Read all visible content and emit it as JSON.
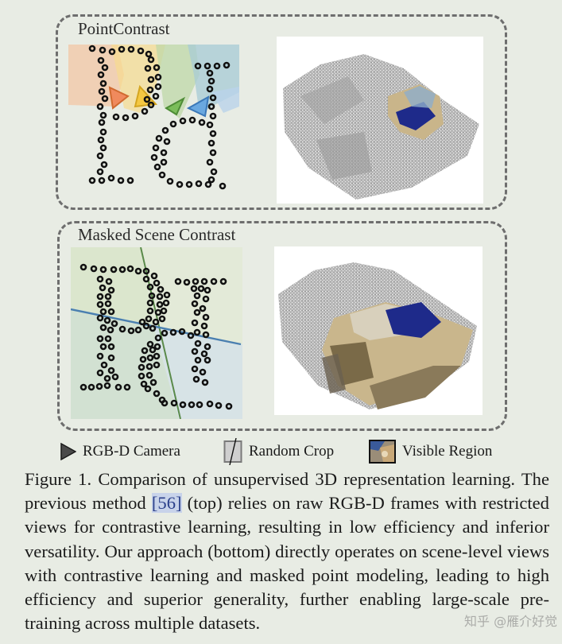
{
  "figure": {
    "panels": [
      {
        "id": "top",
        "title": "PointContrast",
        "scene_label": "partial-view point cloud scene with restricted colored region"
      },
      {
        "id": "bottom",
        "title": "Masked Scene Contrast",
        "scene_label": "scene-level point cloud with large visible colored region"
      }
    ],
    "legend": [
      {
        "icon": "rgbd-camera-triangle-icon",
        "label": "RGB-D Camera"
      },
      {
        "icon": "random-crop-icon",
        "label": "Random Crop"
      },
      {
        "icon": "visible-region-icon",
        "label": "Visible Region"
      }
    ],
    "camera_colors": [
      "#f08a5d",
      "#f5c842",
      "#6fae4f",
      "#5b9bd5"
    ],
    "crop_line_colors": {
      "vertical": "#5a8a4a",
      "horizontal": "#4a7fb0"
    }
  },
  "caption": {
    "prefix": "Figure 1.  Comparison of unsupervised 3D representation learning. The previous method ",
    "ref": "[56]",
    "suffix": " (top) relies on raw RGB-D frames with restricted views for contrastive learning, resulting in low efficiency and inferior versatility. Our approach (bottom) directly operates on scene-level views with contrastive learning and masked point modeling, leading to high efficiency and superior generality, further enabling large-scale pre-training across multiple datasets."
  },
  "watermark": "知乎 @雁介好觉"
}
